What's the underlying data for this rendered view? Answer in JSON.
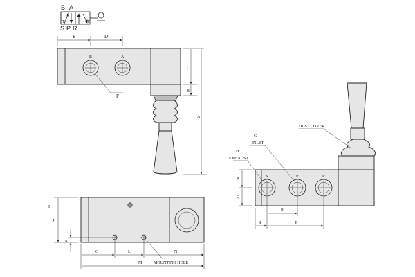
{
  "symbol": {
    "top_ports": [
      "B",
      "A"
    ],
    "bottom_ports": [
      "S",
      "P",
      "R"
    ],
    "t_marks": [
      "T",
      "T"
    ]
  },
  "dims": {
    "A": "A",
    "B": "B",
    "C": "C",
    "D": "D",
    "E": "E",
    "F": "F",
    "G": "G",
    "H": "H",
    "I": "I",
    "J": "J",
    "K": "K",
    "L": "L",
    "M": "M",
    "N": "N",
    "O": "O",
    "P": "P",
    "Q": "Q",
    "R": "R",
    "S": "S",
    "T": "T"
  },
  "labels": {
    "inlet": "INLET",
    "exhaust": "EXHAUST",
    "dust_cover": "DUST COVER",
    "mounting_hole": "MOUNTING HOLE",
    "port_s": "S",
    "port_p": "P",
    "port_r": "R",
    "port_b": "B",
    "port_a": "A"
  }
}
